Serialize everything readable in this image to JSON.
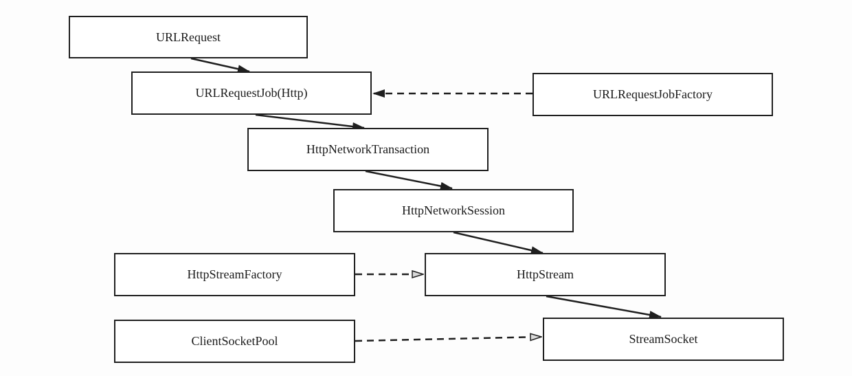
{
  "nodes": {
    "url_request": "URLRequest",
    "url_request_job": "URLRequestJob(Http)",
    "url_request_job_factory": "URLRequestJobFactory",
    "http_network_transaction": "HttpNetworkTransaction",
    "http_network_session": "HttpNetworkSession",
    "http_stream_factory": "HttpStreamFactory",
    "http_stream": "HttpStream",
    "client_socket_pool": "ClientSocketPool",
    "stream_socket": "StreamSocket"
  },
  "edges": [
    {
      "from": "URLRequest",
      "to": "URLRequestJob(Http)",
      "style": "solid"
    },
    {
      "from": "URLRequestJobFactory",
      "to": "URLRequestJob(Http)",
      "style": "dashed"
    },
    {
      "from": "URLRequestJob(Http)",
      "to": "HttpNetworkTransaction",
      "style": "solid"
    },
    {
      "from": "HttpNetworkTransaction",
      "to": "HttpNetworkSession",
      "style": "solid"
    },
    {
      "from": "HttpNetworkSession",
      "to": "HttpStream",
      "style": "solid"
    },
    {
      "from": "HttpStreamFactory",
      "to": "HttpStream",
      "style": "dashed"
    },
    {
      "from": "HttpStream",
      "to": "StreamSocket",
      "style": "solid"
    },
    {
      "from": "ClientSocketPool",
      "to": "StreamSocket",
      "style": "dashed"
    }
  ],
  "colors": {
    "line": "#1f1f1f",
    "background": "#ffffff"
  }
}
